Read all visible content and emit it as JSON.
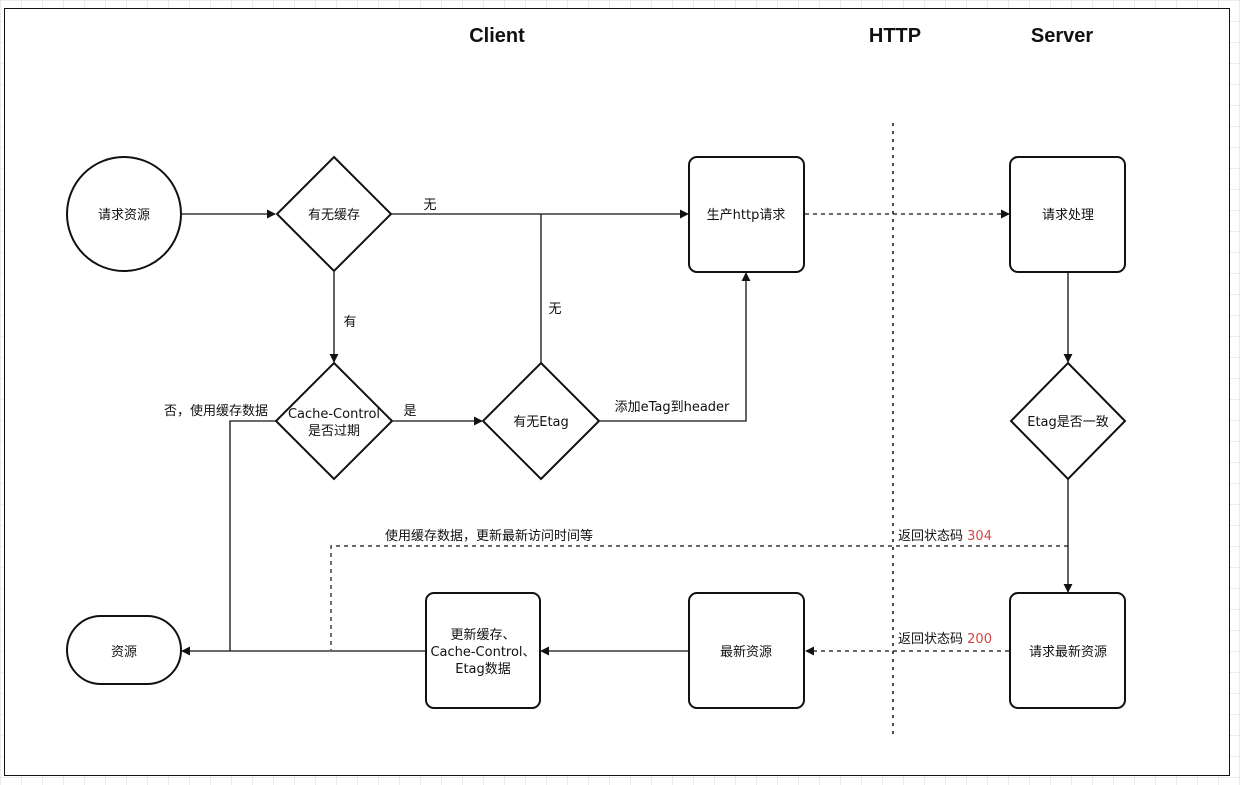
{
  "headers": {
    "client": "Client",
    "http": "HTTP",
    "server": "Server"
  },
  "nodes": {
    "request_resource": "请求资源",
    "has_cache": "有无缓存",
    "cache_control_line1": "Cache-Control",
    "cache_control_line2": "是否过期",
    "has_etag": "有无Etag",
    "produce_request": "生产http请求",
    "request_handling": "请求处理",
    "etag_consistent": "Etag是否一致",
    "request_latest": "请求最新资源",
    "latest_resource": "最新资源",
    "update_line1": "更新缓存、",
    "update_line2": "Cache-Control、",
    "update_line3": "Etag数据",
    "resource": "资源"
  },
  "edges": {
    "no_cache": "无",
    "has_cache_yes": "有",
    "no_etag": "无",
    "expired_yes": "是",
    "not_expired": "否，使用缓存数据",
    "add_etag": "添加eTag到header",
    "use_cache_update": "使用缓存数据，更新最新访问时间等",
    "return_status_a": "返回状态码",
    "code_304": "304",
    "return_status_b": "返回状态码",
    "code_200": "200"
  },
  "colors": {
    "status_code": "#d64545",
    "stroke": "#111111"
  }
}
